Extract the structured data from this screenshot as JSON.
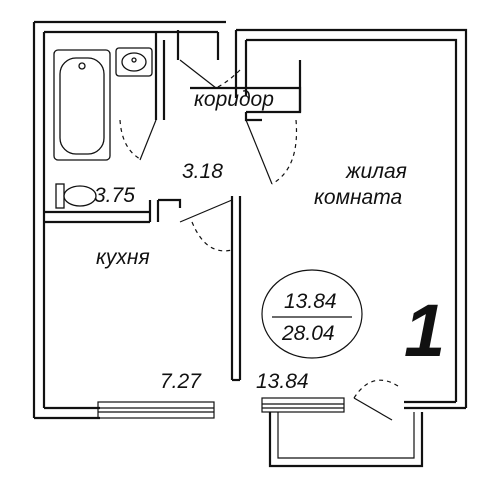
{
  "rooms": {
    "corridor": {
      "name": "коридор",
      "area": "3.18"
    },
    "bathroom": {
      "area": "3.75"
    },
    "kitchen": {
      "name": "кухня",
      "area": "7.27"
    },
    "living": {
      "name_line1": "жилая",
      "name_line2": "комната",
      "area": "13.84"
    }
  },
  "summary": {
    "living_area": "13.84",
    "total_area": "28.04",
    "room_count": "1"
  }
}
